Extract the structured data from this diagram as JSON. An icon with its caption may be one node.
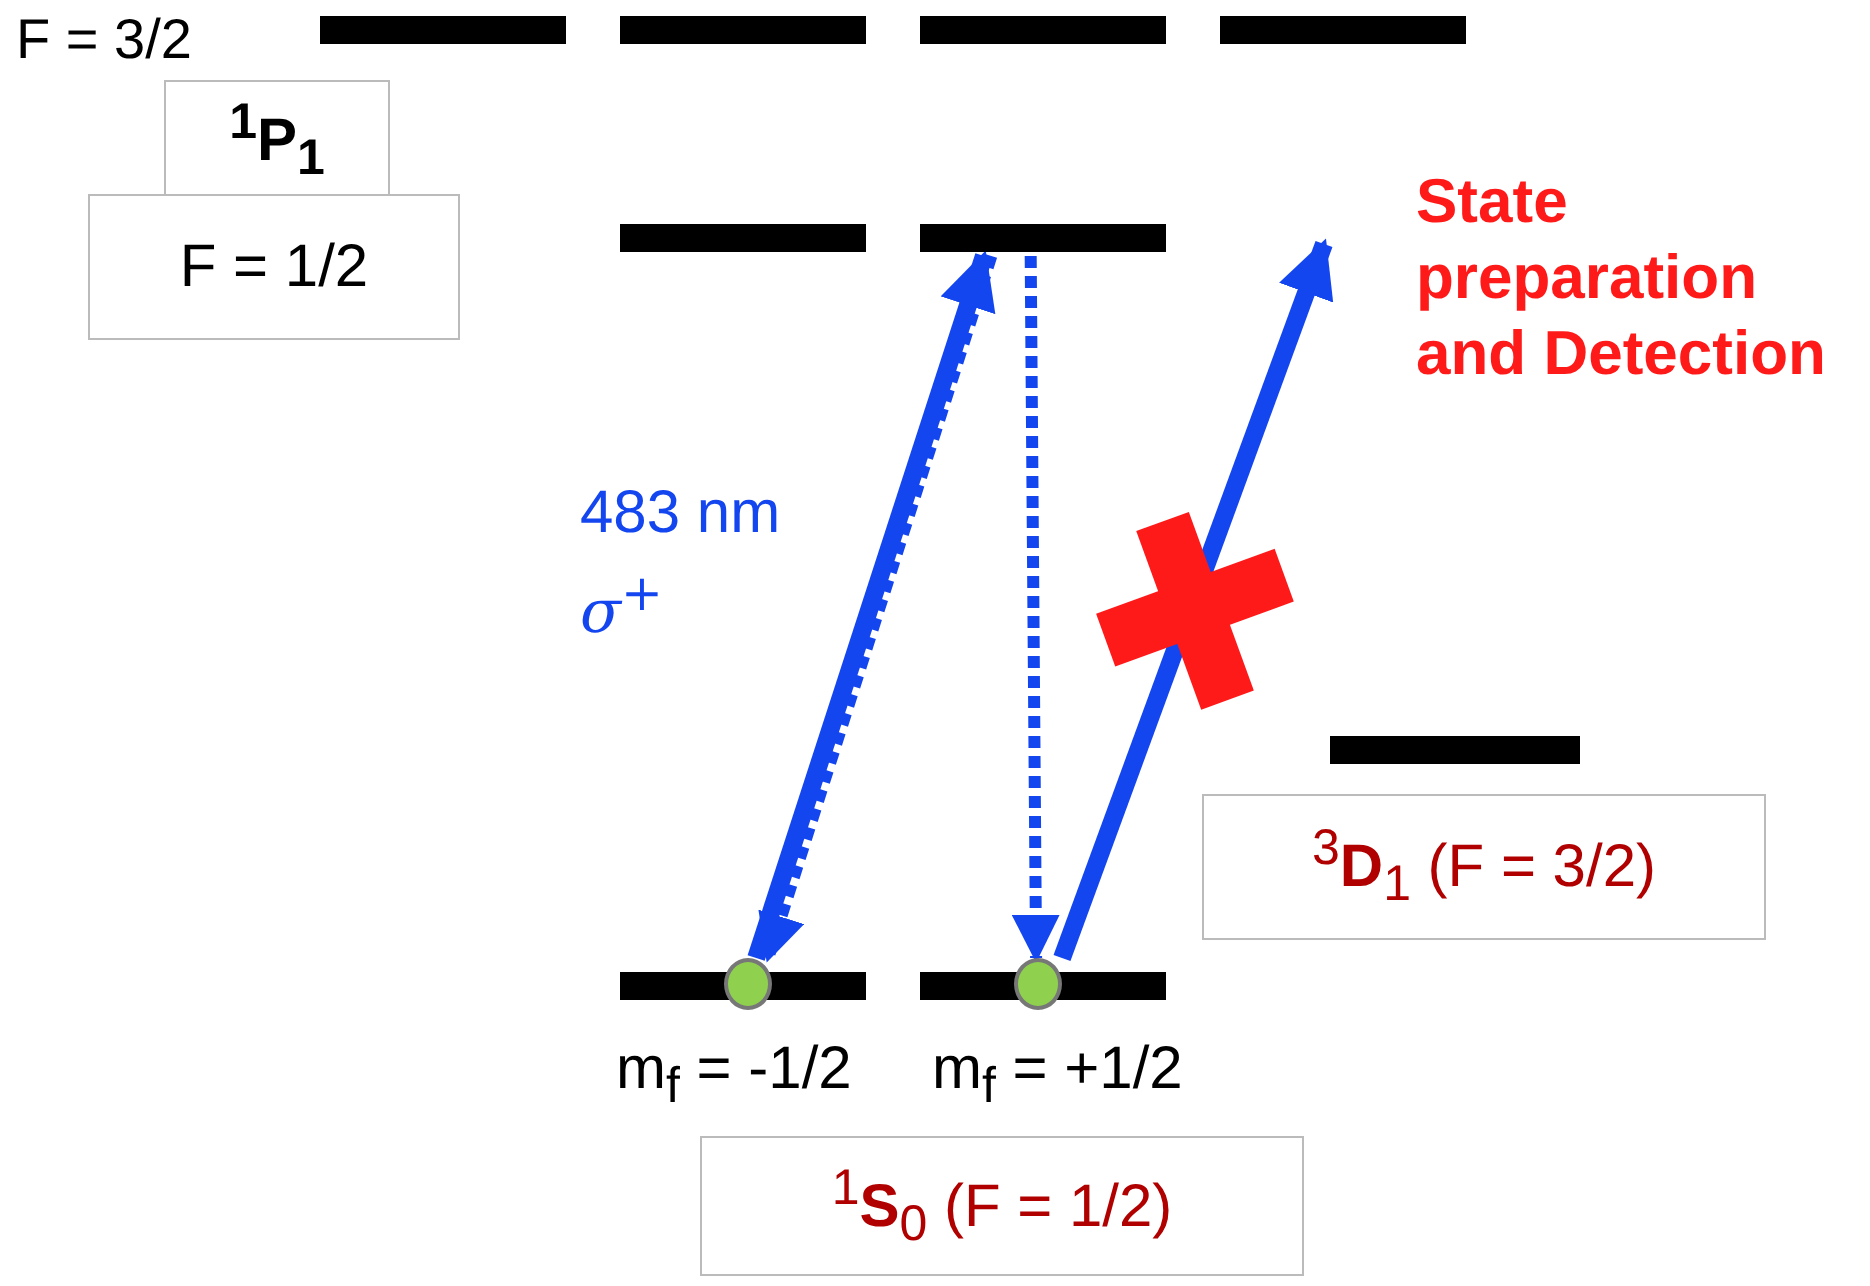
{
  "diagram": {
    "nodes": [
      {
        "text": [
          "$^{1}$P$_{1}$"
        ]
      },
      {
        "text": [
          "F = 1/2"
        ]
      },
      {
        "text": [],
        "shape": "bar"
      },
      {
        "text": [],
        "shape": "bar"
      },
      {
        "text": [],
        "shape": "bar"
      },
      {
        "text": [],
        "shape": "bar"
      },
      {
        "text": [],
        "shape": "bar"
      },
      {
        "text": [],
        "shape": "bar"
      },
      {
        "text": [],
        "shape": "bar"
      },
      {
        "text": [
          "$^{3}$**D**$_{1}$ (F = 3/2)"
        ]
      },
      {
        "text": [],
        "shape": "bar"
      },
      {
        "text": [],
        "shape": "bar"
      },
      {
        "text": [],
        "shape": "circle",
        "in": 10
      },
      {
        "text": [],
        "shape": "circle",
        "in": 11
      },
      {
        "text": [
          "$^{1}$**S**$_{0}$ (F = 1/2)"
        ]
      }
    ],
    "edges": [
      {
        "from": 12,
        "to": 7,
        "arrow": "to"
      },
      {
        "from": 7,
        "to": 12,
        "arrow": "to",
        "style": "dashed"
      },
      {
        "from": 7,
        "to": 13,
        "arrow": "to",
        "style": "dashed"
      },
      {
        "from": 13,
        "to": null,
        "arrow": "to"
      }
    ],
    "labels": [
      "F = 3/2",
      "483 nm",
      "σ$^{+}$",
      "State preparation and Detection",
      "m$_{f}$ = -1/2",
      "m$_{f}$ = +1/2"
    ]
  }
}
